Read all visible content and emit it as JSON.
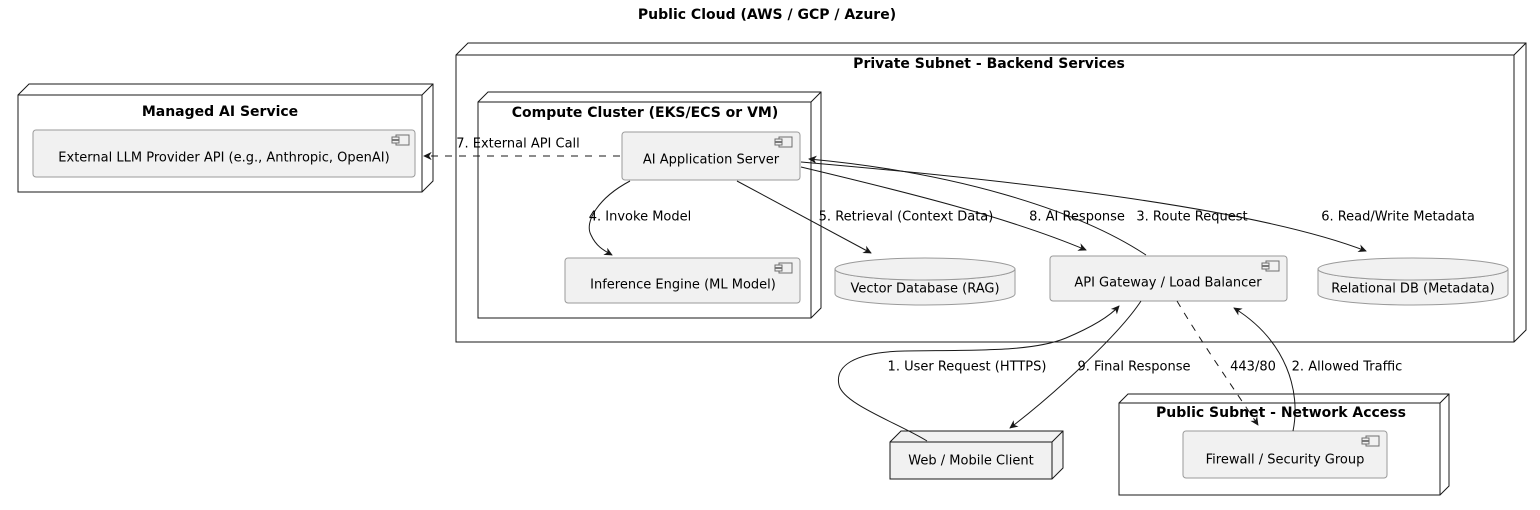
{
  "diagram_title": "Public Cloud (AWS / GCP / Azure)",
  "nodes": {
    "managed_ai_service": {
      "label": "Managed AI Service"
    },
    "private_subnet": {
      "label": "Private Subnet - Backend Services"
    },
    "compute_cluster": {
      "label": "Compute Cluster (EKS/ECS or VM)"
    },
    "public_subnet": {
      "label": "Public Subnet - Network Access"
    },
    "web_client": {
      "label": "Web / Mobile Client"
    }
  },
  "components": {
    "llm_api": {
      "label": "External LLM Provider API (e.g., Anthropic, OpenAI)"
    },
    "ai_app_server": {
      "label": "AI Application Server"
    },
    "inference_engine": {
      "label": "Inference Engine (ML Model)"
    },
    "api_gateway": {
      "label": "API Gateway / Load Balancer"
    },
    "firewall": {
      "label": "Firewall / Security Group"
    }
  },
  "databases": {
    "vector_db": {
      "label": "Vector Database (RAG)"
    },
    "relational_db": {
      "label": "Relational DB (Metadata)"
    }
  },
  "edges": {
    "user_request": {
      "label": "1. User Request (HTTPS)",
      "style": "solid",
      "from": "web_client",
      "to": "api_gateway"
    },
    "allowed_traffic": {
      "label": "2. Allowed Traffic",
      "style": "solid",
      "from": "firewall",
      "to": "api_gateway"
    },
    "route_request": {
      "label": "3. Route Request",
      "style": "solid",
      "from": "api_gateway",
      "to": "ai_app_server"
    },
    "invoke_model": {
      "label": "4. Invoke Model",
      "style": "solid",
      "from": "ai_app_server",
      "to": "inference_engine"
    },
    "retrieval": {
      "label": "5. Retrieval (Context Data)",
      "style": "solid",
      "from": "ai_app_server",
      "to": "vector_db"
    },
    "read_write_metadata": {
      "label": "6. Read/Write Metadata",
      "style": "solid",
      "from": "ai_app_server",
      "to": "relational_db"
    },
    "external_api_call": {
      "label": "7. External API Call",
      "style": "dashed",
      "from": "ai_app_server",
      "to": "llm_api"
    },
    "ai_response": {
      "label": "8. AI Response",
      "style": "solid",
      "from": "ai_app_server",
      "to": "api_gateway"
    },
    "final_response": {
      "label": "9. Final Response",
      "style": "solid",
      "from": "api_gateway",
      "to": "web_client"
    },
    "firewall_port": {
      "label": "443/80",
      "style": "dashed",
      "from": "api_gateway",
      "to": "firewall"
    }
  },
  "colors": {
    "background": "#ffffff",
    "node_fill": "#ffffff",
    "node_border": "#181818",
    "component_fill": "#f1f1f1",
    "component_border": "#9a9a9a",
    "line": "#181818",
    "text": "#000000"
  }
}
